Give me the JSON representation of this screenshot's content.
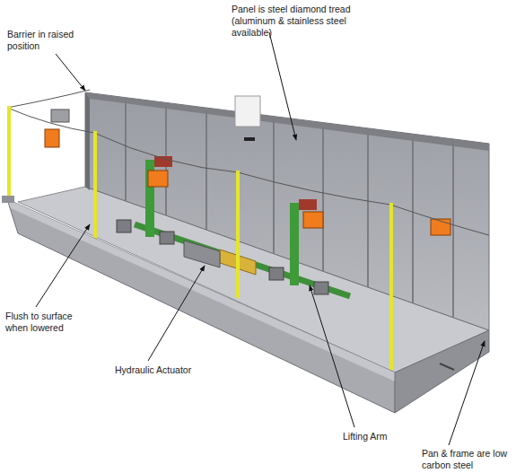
{
  "diagram": {
    "labels": [
      "Barrier in raised position",
      "Panel is steel diamond tread (aluminum & stainless steel available)",
      "Flush to surface when lowered",
      "Hydraulic Actuator",
      "Lifting Arm",
      "Pan & frame are low carbon steel"
    ]
  }
}
